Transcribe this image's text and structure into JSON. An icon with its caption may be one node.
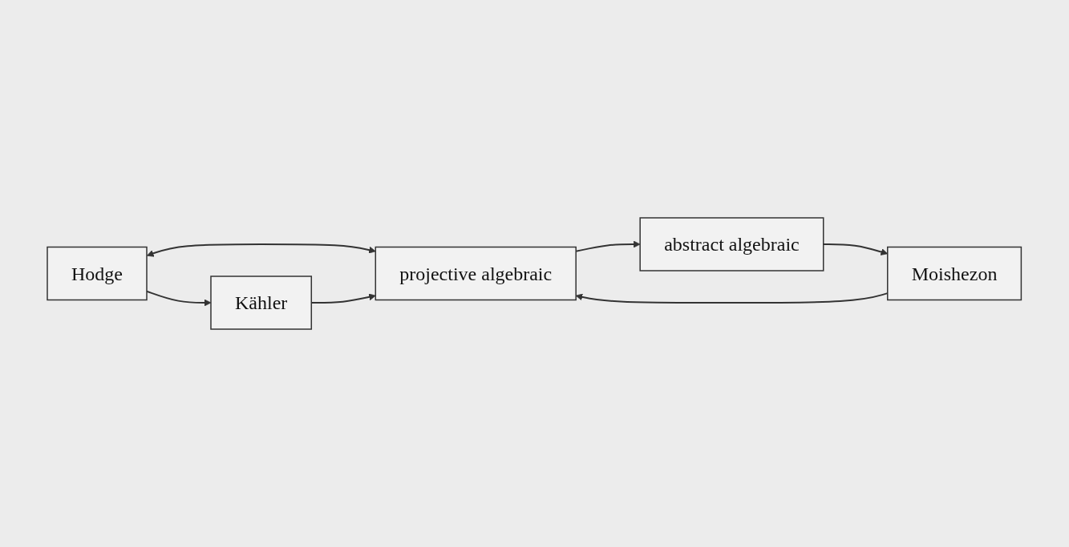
{
  "diagram": {
    "nodes": [
      {
        "text": [
          "Hodge"
        ]
      },
      {
        "text": [
          "projective algebraic"
        ]
      },
      {
        "text": [
          "abstract algebraic"
        ]
      },
      {
        "text": [
          "Kähler"
        ]
      },
      {
        "text": [
          "Moishezon"
        ]
      }
    ],
    "edges": [
      {
        "from": 0,
        "to": 1,
        "arrow": "both"
      },
      {
        "from": 1,
        "to": 2,
        "arrow": "to"
      },
      {
        "from": 0,
        "to": 3,
        "arrow": "to"
      },
      {
        "from": 2,
        "to": 4,
        "arrow": "to"
      },
      {
        "from": 3,
        "to": 1,
        "arrow": "to"
      },
      {
        "from": 4,
        "to": 1,
        "arrow": "to"
      }
    ]
  }
}
